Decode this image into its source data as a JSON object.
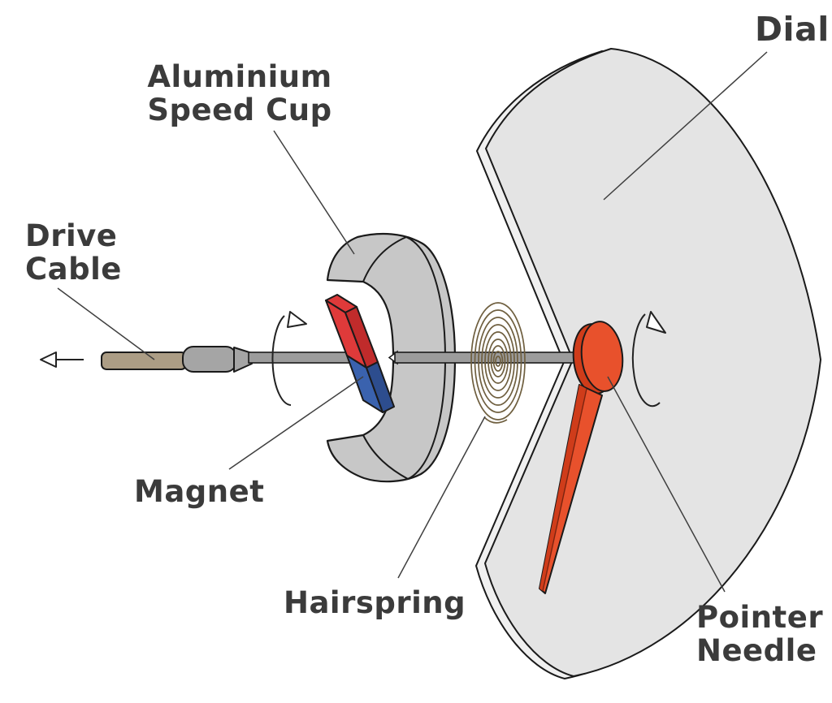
{
  "diagram": {
    "labels": {
      "aluminium_speed_cup": {
        "line1": "Aluminium",
        "line2": "Speed Cup"
      },
      "drive_cable": {
        "line1": "Drive",
        "line2": "Cable"
      },
      "dial": {
        "line1": "Dial"
      },
      "magnet": {
        "line1": "Magnet"
      },
      "hairspring": {
        "line1": "Hairspring"
      },
      "pointer_needle": {
        "line1": "Pointer",
        "line2": "Needle"
      }
    },
    "colors": {
      "background": "#ffffff",
      "label_text": "#3b3b3b",
      "outline": "#1a1a1a",
      "leader_line": "#3f3f3f",
      "dial_face": "#e4e4e4",
      "dial_back": "#f0f0f0",
      "cup_gray": "#c7c7c7",
      "shaft_gray": "#9c9c9c",
      "ferrule_gray": "#a5a5a5",
      "cable_tan": "#ac9d85",
      "magnet_red": "#df3a3a",
      "magnet_red_dark": "#c02b2b",
      "magnet_blue": "#3a62ae",
      "magnet_blue_dark": "#2d4d8e",
      "pointer_red": "#e8512c",
      "pointer_red_dark": "#cf3c1a",
      "hairspring_brown": "#6f5f3f"
    }
  }
}
